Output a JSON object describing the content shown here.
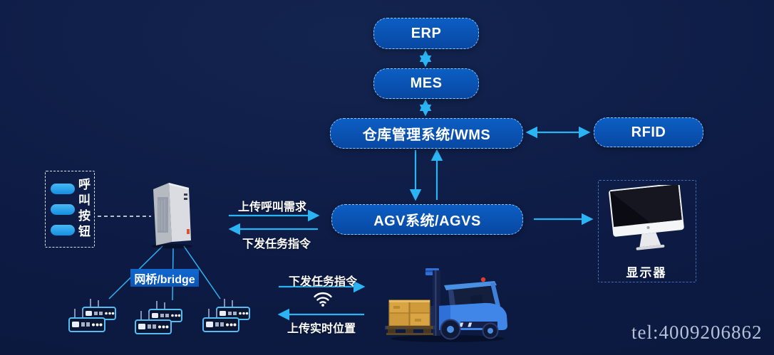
{
  "colors": {
    "background": "#0d1b44",
    "node_fill": "#0a55b8",
    "node_dashed_border": "#9ed2ff",
    "arrow": "#2bb4f4",
    "call_pill": "#2aa9f0",
    "bridge_bg": "#0f63c8",
    "text": "#ffffff",
    "watermark_text": "#c6cfe4",
    "box_cargo": "#d9a444",
    "forklift_blue": "#4a90e2"
  },
  "nodes": {
    "erp": {
      "label": "ERP"
    },
    "mes": {
      "label": "MES"
    },
    "wms": {
      "label": "仓库管理系统/WMS"
    },
    "rfid": {
      "label": "RFID"
    },
    "agvs": {
      "label": "AGV系统/AGVS"
    },
    "bridge": {
      "label": "网桥/bridge"
    },
    "call_buttons": {
      "label": "呼叫按钮"
    },
    "display": {
      "label": "显示器"
    }
  },
  "edge_labels": {
    "upload_call_request": "上传呼叫需求",
    "dispatch_task_upper": "下发任务指令",
    "dispatch_task_lower": "下发任务指令",
    "upload_realtime_position": "上传实时位置"
  },
  "icons": {
    "wifi": "wifi-icon",
    "pc_tower": "pc-tower-illustration",
    "router_pair": "wireless-router-pair-illustration",
    "forklift": "forklift-agv-illustration",
    "imac": "monitor-illustration"
  },
  "watermark": {
    "text": "tel:4009206862"
  }
}
